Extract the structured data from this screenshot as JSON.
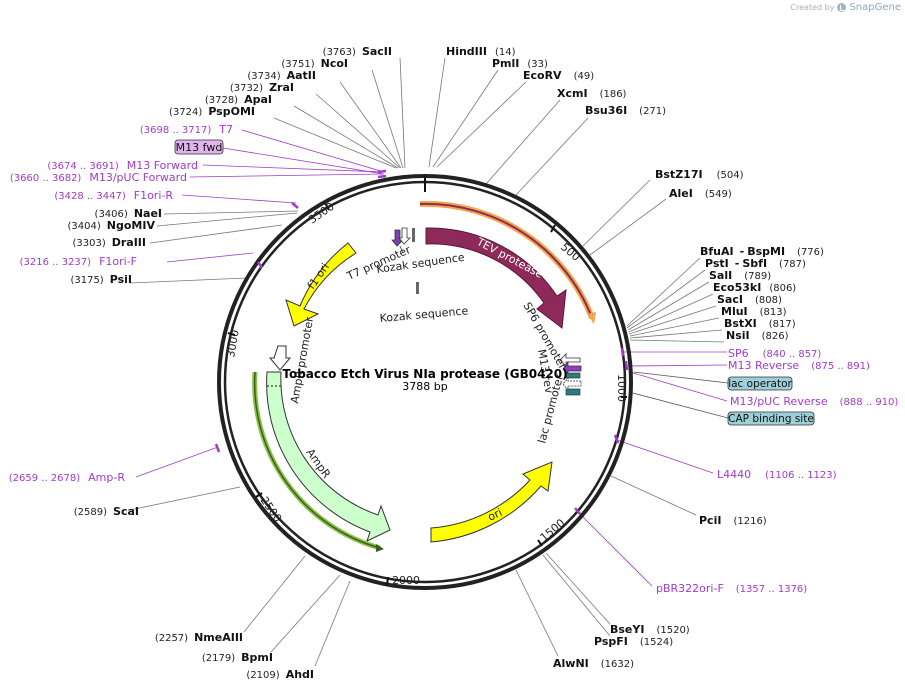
{
  "credit": {
    "created_by": "Created by",
    "brand": "SnapGene"
  },
  "title": "Tobacco Etch Virus NIa protease (GB0420)",
  "length": "3788 bp",
  "colors": {
    "backbone": "#2b2b2b",
    "tev": "#8e2a5a",
    "yellow": "#ffff00",
    "ampr": "#ccffcc",
    "primer": "#a23ac9",
    "lac": "#9ccfd8"
  },
  "ticks": [
    "500",
    "1000",
    "1500",
    "2000",
    "2500",
    "3000",
    "3500"
  ],
  "sites_left": [
    {
      "pos": "(3763)",
      "name": "SacII"
    },
    {
      "pos": "(3751)",
      "name": "NcoI"
    },
    {
      "pos": "(3734)",
      "name": "AatII"
    },
    {
      "pos": "(3732)",
      "name": "ZraI"
    },
    {
      "pos": "(3728)",
      "name": "ApaI"
    },
    {
      "pos": "(3724)",
      "name": "PspOMI"
    },
    {
      "pos": "(3406)",
      "name": "NaeI"
    },
    {
      "pos": "(3404)",
      "name": "NgoMIV"
    },
    {
      "pos": "(3303)",
      "name": "DraIII"
    },
    {
      "pos": "(3175)",
      "name": "PsiI"
    },
    {
      "pos": "(2589)",
      "name": "ScaI"
    },
    {
      "pos": "(2257)",
      "name": "NmeAIII"
    },
    {
      "pos": "(2179)",
      "name": "BpmI"
    },
    {
      "pos": "(2109)",
      "name": "AhdI"
    }
  ],
  "sites_right": [
    {
      "name": "HindIII",
      "pos": "(14)"
    },
    {
      "name": "PmlI",
      "pos": "(33)"
    },
    {
      "name": "EcoRV",
      "pos": "(49)"
    },
    {
      "name": "XcmI",
      "pos": "(186)"
    },
    {
      "name": "Bsu36I",
      "pos": "(271)"
    },
    {
      "name": "BstZ17I",
      "pos": "(504)"
    },
    {
      "name": "AleI",
      "pos": "(549)"
    },
    {
      "name": "BfuAI",
      "name2": "BspMI",
      "pos": "(776)"
    },
    {
      "name": "PstI",
      "name2": "SbfI",
      "pos": "(787)"
    },
    {
      "name": "SalI",
      "pos": "(789)"
    },
    {
      "name": "Eco53kI",
      "pos": "(806)"
    },
    {
      "name": "SacI",
      "pos": "(808)"
    },
    {
      "name": "MluI",
      "pos": "(813)"
    },
    {
      "name": "BstXI",
      "pos": "(817)"
    },
    {
      "name": "NsiI",
      "pos": "(826)"
    },
    {
      "name": "PciI",
      "pos": "(1216)"
    },
    {
      "name": "BseYI",
      "pos": "(1520)"
    },
    {
      "name": "PspFI",
      "pos": "(1524)"
    },
    {
      "name": "AlwNI",
      "pos": "(1632)"
    }
  ],
  "primers": {
    "t7": {
      "pos": "(3698 .. 3717)",
      "name": "T7"
    },
    "m13fwd_box": "M13 fwd",
    "m13forward": {
      "pos": "(3674 .. 3691)",
      "name": "M13 Forward"
    },
    "m13puc_forward": {
      "pos": "(3660 .. 3682)",
      "name": "M13/pUC Forward"
    },
    "f1ori_r": {
      "pos": "(3428 .. 3447)",
      "name": "F1ori-R"
    },
    "f1ori_f": {
      "pos": "(3216 .. 3237)",
      "name": "F1ori-F"
    },
    "ampr": {
      "pos": "(2659 .. 2678)",
      "name": "Amp-R"
    },
    "sp6": {
      "name": "SP6",
      "pos": "(840 .. 857)"
    },
    "m13reverse": {
      "name": "M13 Reverse",
      "pos": "(875 .. 891)"
    },
    "lac_operator_box": "lac operator",
    "m13puc_reverse": {
      "name": "M13/pUC Reverse",
      "pos": "(888 .. 910)"
    },
    "cap_box": "CAP binding site",
    "l4440": {
      "name": "L4440",
      "pos": "(1106 .. 1123)"
    },
    "pbr322": {
      "name": "pBR322ori-F",
      "pos": "(1357 .. 1376)"
    }
  },
  "features": {
    "tev": "TEV protease",
    "f1ori": "f1 ori",
    "ori": "ori",
    "ampr": "AmpR",
    "ampr_promoter": "AmpR promoter",
    "t7_promoter": "T7 promoter",
    "kozak1": "Kozak sequence",
    "kozak2": "Kozak sequence",
    "sp6_promoter": "SP6 promoter",
    "m13_rev": "M13 rev",
    "lac_promoter": "lac promoter"
  }
}
